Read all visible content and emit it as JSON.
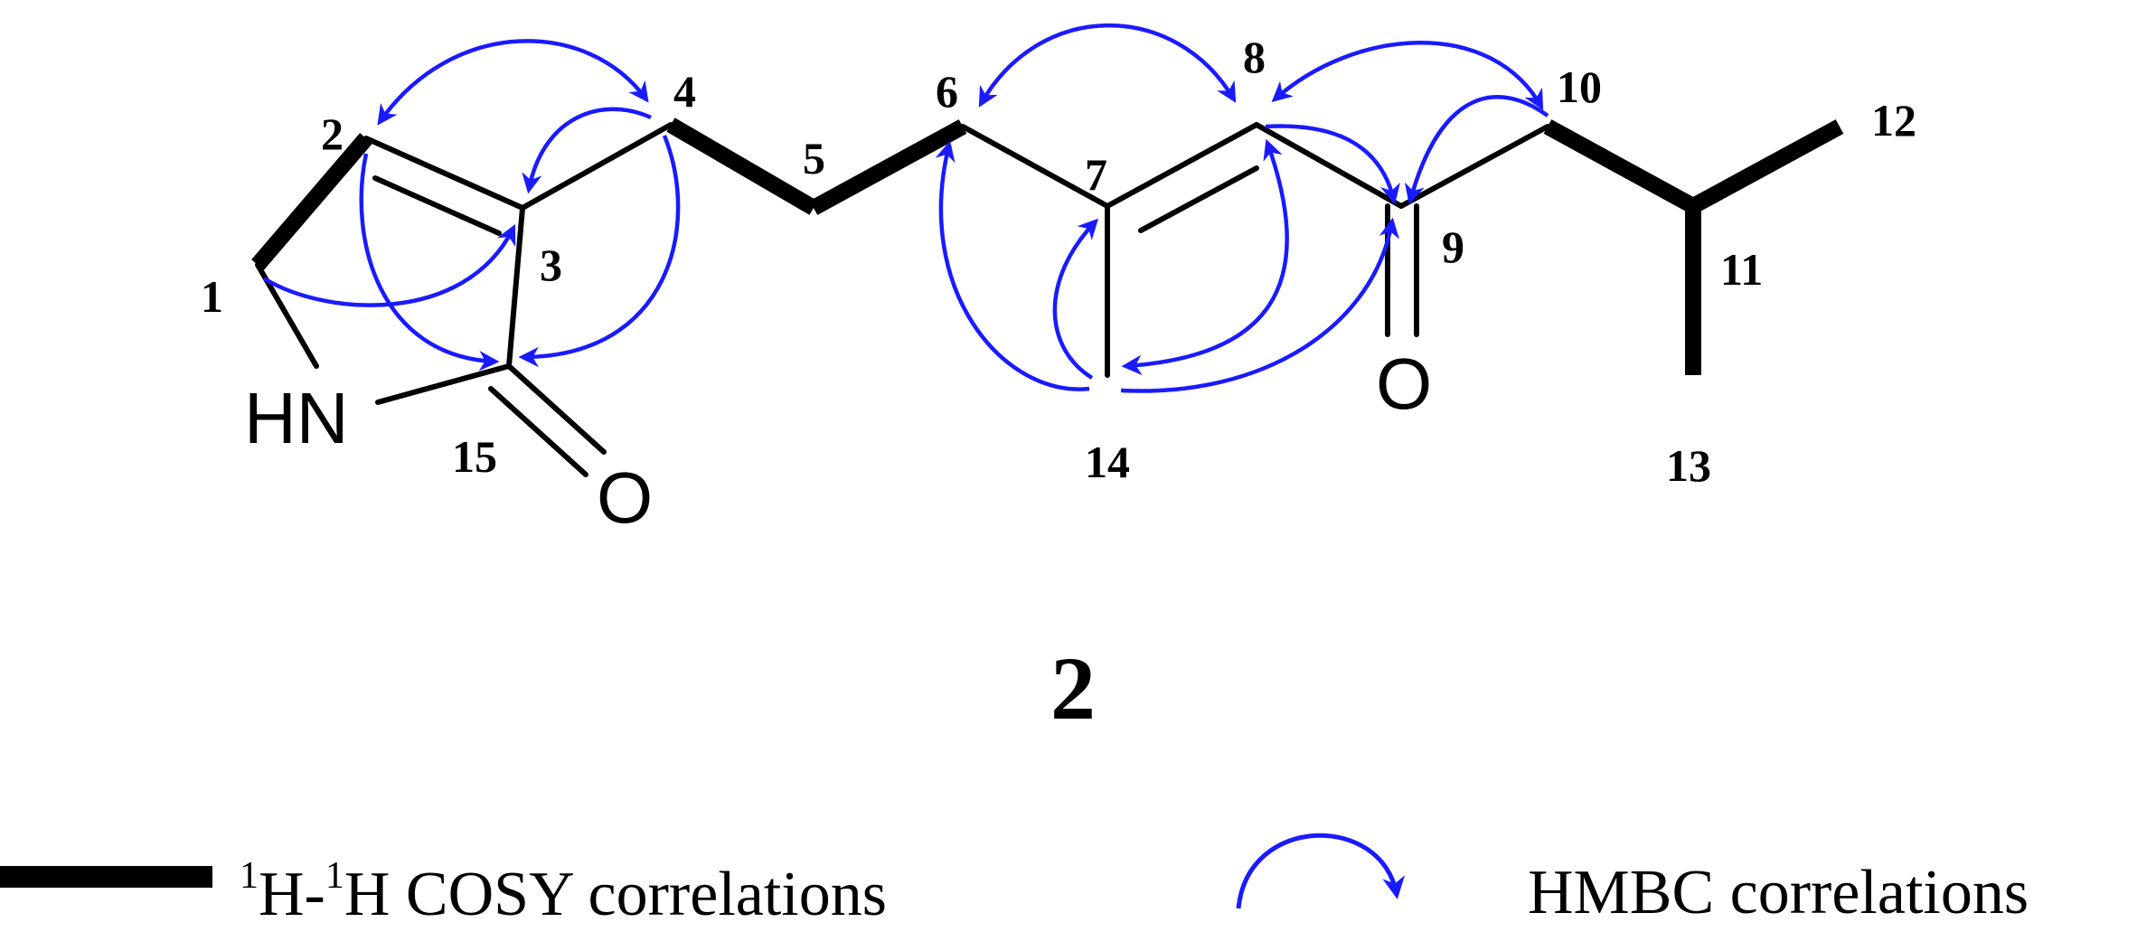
{
  "compound": {
    "number": "2",
    "atom_labels": {
      "c1": "1",
      "c2": "2",
      "c3": "3",
      "c4": "4",
      "c5": "5",
      "c6": "6",
      "c7": "7",
      "c8": "8",
      "c9": "9",
      "c10": "10",
      "c11": "11",
      "c12": "12",
      "c13": "13",
      "c14": "14",
      "c15": "15"
    },
    "heteroatoms": {
      "nh": "HN",
      "o_lactam": "O",
      "o_ketone": "O"
    }
  },
  "legend": {
    "cosy": {
      "sup1": "1",
      "h1": "H-",
      "sup2": "1",
      "rest": "H COSY correlations"
    },
    "hmbc": {
      "label": "HMBC correlations"
    }
  },
  "colors": {
    "bond": "#000000",
    "hmbc_arrow": "#1a1aff",
    "background": "#ffffff"
  }
}
